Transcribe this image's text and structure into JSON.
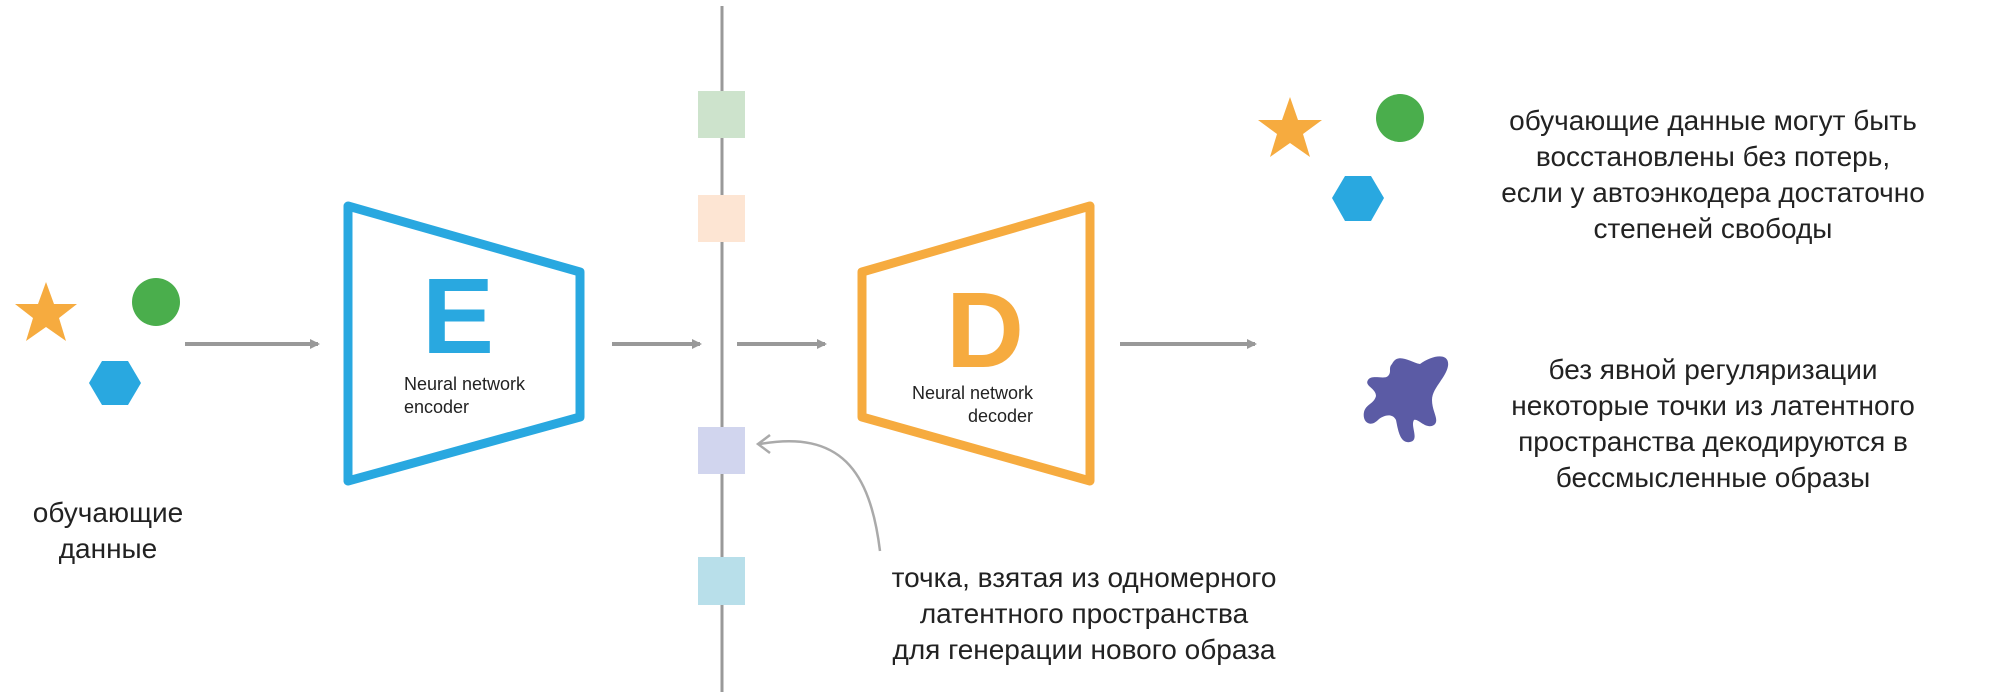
{
  "input_label": [
    "обучающие",
    "данные"
  ],
  "encoder": {
    "letter": "E",
    "label": [
      "Neural network",
      "encoder"
    ]
  },
  "decoder": {
    "letter": "D",
    "label": [
      "Neural network",
      "decoder"
    ]
  },
  "latent_note": [
    "точка, взятая из одномерного",
    "латентного пространства",
    "для генерации нового образа"
  ],
  "result_good": [
    "обучающие данные могут быть",
    "восстановлены без потерь,",
    "если у автоэнкодера достаточно",
    "степеней свободы"
  ],
  "result_bad": [
    "без явной регуляризации",
    "некоторые точки из латентного",
    "пространства декодируются в",
    "бессмысленные образы"
  ],
  "colors": {
    "encoder": "#29a8e0",
    "decoder": "#f6ab3f",
    "star": "#f6ab3f",
    "circle": "#4aae4c",
    "hexagon": "#29a8e0",
    "blob": "#5b5ba5",
    "arrow": "#999999",
    "latent_points": [
      "#cde3cc",
      "#fde5d3",
      "#d1d5ee",
      "#b8dfea"
    ]
  }
}
